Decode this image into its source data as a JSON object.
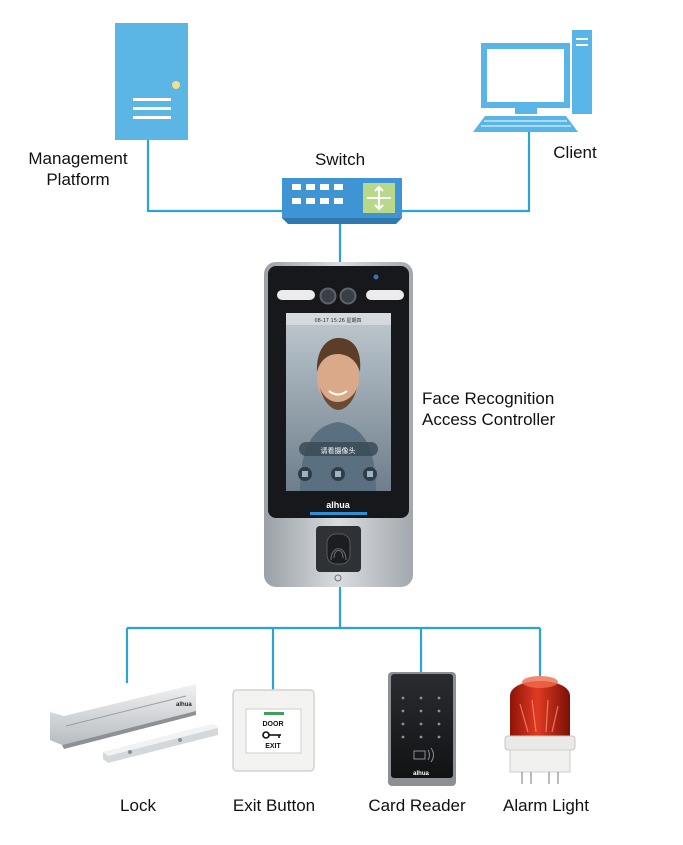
{
  "nodes": {
    "management_platform": {
      "label_line1": "Management",
      "label_line2": "Platform",
      "icon": "server-icon"
    },
    "switch": {
      "label": "Switch",
      "icon": "network-switch-icon"
    },
    "client": {
      "label": "Client",
      "icon": "desktop-computer-icon"
    },
    "controller": {
      "label_line1": "Face Recognition",
      "label_line2": "Access Controller",
      "brand": "alhua",
      "screen_caption": "请看摄像头",
      "screen_status": "08-17 15:26  星期四"
    },
    "lock": {
      "label": "Lock",
      "icon": "magnetic-lock-icon",
      "brand": "alhua"
    },
    "exit_button": {
      "label": "Exit Button",
      "text_top": "DOOR",
      "text_bottom": "EXIT",
      "icon": "exit-button-icon"
    },
    "card_reader": {
      "label": "Card Reader",
      "icon": "card-reader-icon",
      "brand": "alhua"
    },
    "alarm_light": {
      "label": "Alarm Light",
      "icon": "alarm-light-icon"
    }
  },
  "colors": {
    "connector": "#2aa4d6",
    "server_blue": "#5bb6e6",
    "switch_blue": "#3f95d4",
    "switch_green": "#b9d98a",
    "monitor_blue": "#59b4e8",
    "alarm_red": "#d62a1a"
  }
}
